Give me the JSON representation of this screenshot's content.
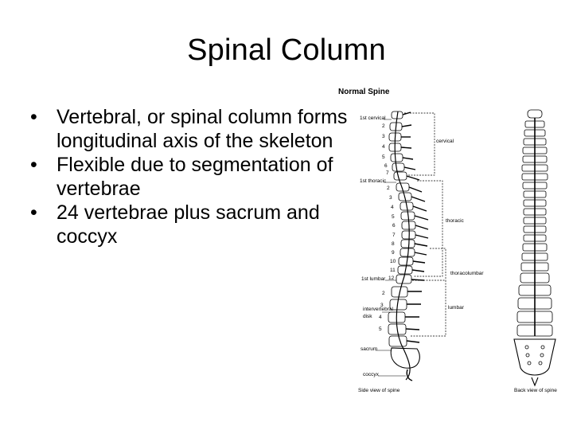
{
  "slide": {
    "title": "Spinal Column",
    "bullets": [
      "Vertebral, or spinal column forms longitudinal axis of the skeleton",
      "Flexible due to segmentation of vertebrae",
      "24 vertebrae plus sacrum and coccyx"
    ]
  },
  "figure": {
    "heading": "Normal Spine",
    "left_labels": {
      "first_cervical": "1st cervical",
      "first_thoracic": "1st thoracic",
      "first_lumbar": "1st lumbar",
      "intervertebral": "intervertebral",
      "disk": "disk",
      "sacrum": "sacrum",
      "coccyx": "coccyx"
    },
    "region_labels": {
      "cervical": "cervical",
      "thoracic": "thoracic",
      "thoracolumbar": "thoracolumbar",
      "lumbar": "lumbar"
    },
    "cervical_numbers": [
      "2",
      "3",
      "4",
      "5",
      "6",
      "7"
    ],
    "thoracic_numbers": [
      "2",
      "3",
      "4",
      "5",
      "6",
      "7",
      "8",
      "9",
      "10",
      "11",
      "12"
    ],
    "lumbar_numbers": [
      "2",
      "3",
      "4",
      "5"
    ],
    "side_caption": "Side view of spine",
    "back_caption": "Back view of spine",
    "ink_color": "#000000"
  }
}
